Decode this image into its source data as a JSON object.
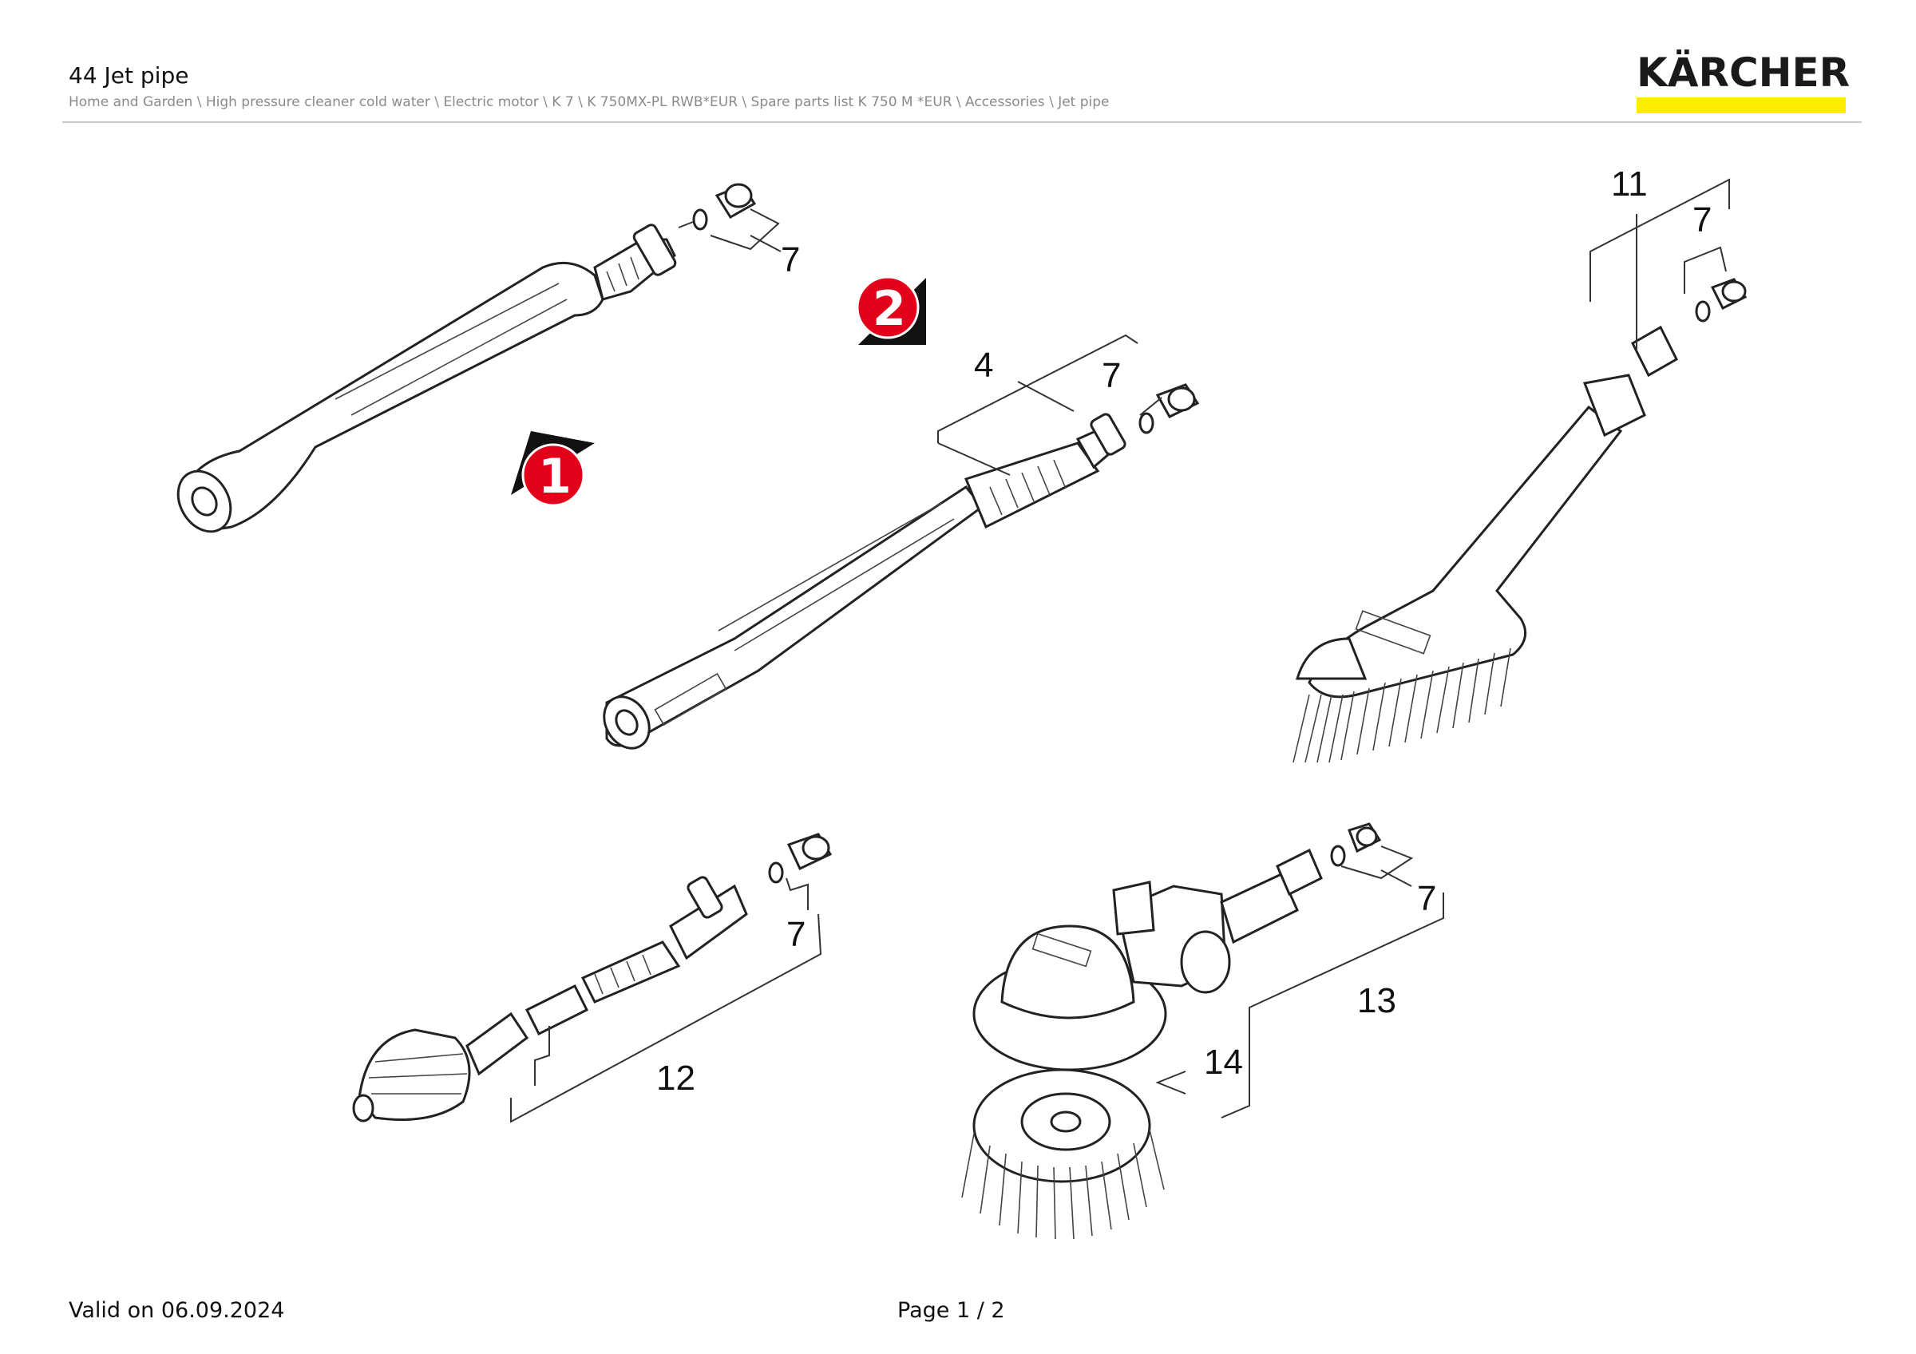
{
  "header": {
    "title": "44 Jet pipe",
    "breadcrumb": "Home and Garden \\ High pressure cleaner cold water \\ Electric motor \\ K 7 \\ K 750MX-PL RWB*EUR \\ Spare parts list K 750 M *EUR \\ Accessories \\ Jet pipe"
  },
  "logo": {
    "text": "KÄRCHER",
    "bar_color": "#ffed00"
  },
  "footer": {
    "valid": "Valid on 06.09.2024",
    "page": "Page 1 / 2"
  },
  "callouts": {
    "c7a": "7",
    "c7b": "7",
    "c7c": "7",
    "c7d": "7",
    "c7e": "7",
    "c4": "4",
    "c11": "11",
    "c12": "12",
    "c13": "13",
    "c14": "14"
  },
  "badges": {
    "b1": "1",
    "b2": "2"
  },
  "colors": {
    "badge_red": "#e3001b",
    "badge_shadow": "#111111"
  }
}
